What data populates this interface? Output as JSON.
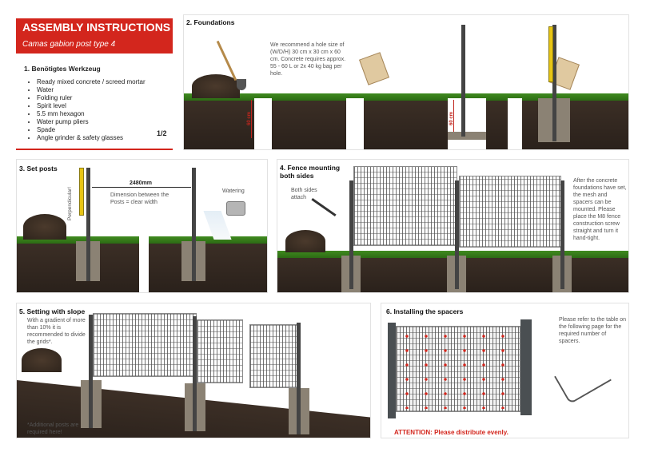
{
  "header": {
    "title": "ASSEMBLY INSTRUCTIONS",
    "subtitle": "Camas gabion post type 4"
  },
  "tools": {
    "heading": "1. Benötigtes Werkzeug",
    "items": [
      "Ready mixed concrete / screed mortar",
      "Water",
      "Folding ruler",
      "Spirit level",
      "5.5 mm hexagon",
      "Water pump pliers",
      "Spade",
      "Angle grinder & safety glasses"
    ],
    "page": "1/2"
  },
  "foundations": {
    "heading": "2. Foundations",
    "note": "We recommend a hole size of (W/D/H) 30 cm x 30 cm x 60 cm. Concrete requires approx. 55 - 60 L or 2x 40 kg bag per hole.",
    "depth_label_1": "60 cm",
    "depth_label_2": "60 cm"
  },
  "set_posts": {
    "heading": "3. Set posts",
    "vertical_label": "Perpendicular!",
    "distance": "2480mm",
    "distance_note": "Dimension between the Posts = clear width",
    "watering": "Watering"
  },
  "fence_mounting": {
    "heading": "4. Fence mounting both sides",
    "attach_label": "Both sides attach",
    "note": "After the concrete foundations have set, the mesh and spacers can be mounted. Please place the M8 fence construction screw straight and turn it hand-tight."
  },
  "slope": {
    "heading": "5. Setting with slope",
    "note": "With a gradient of more than 10% it is recommended to divide the grids*.",
    "footnote": "*Additional posts are required here!"
  },
  "spacers": {
    "heading": "6. Installing the spacers",
    "note": "Please refer to the table on the following page for the required number of spacers.",
    "attention": "ATTENTION: Please distribute evenly."
  }
}
